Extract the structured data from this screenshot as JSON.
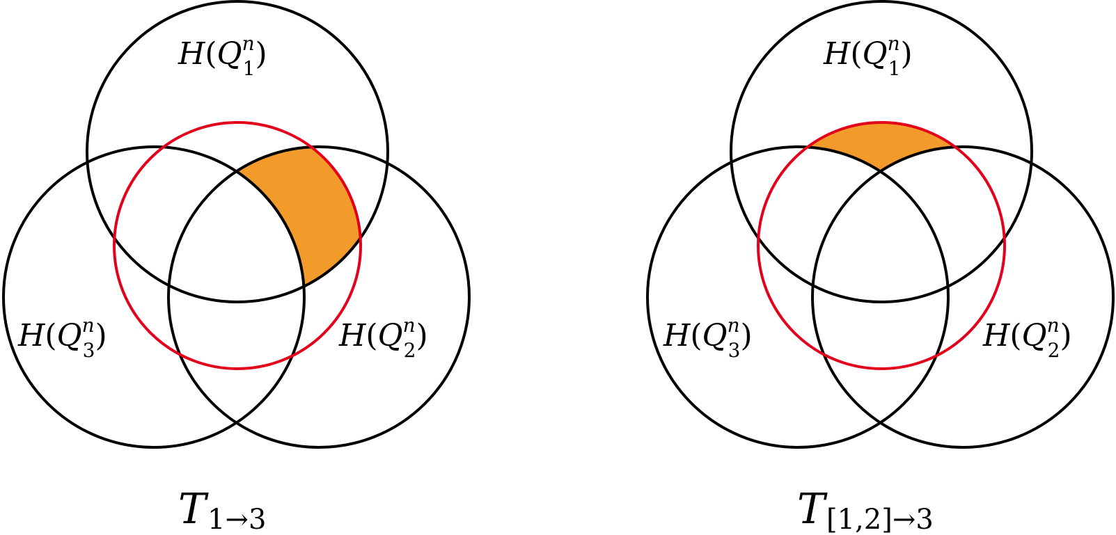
{
  "colors": {
    "outline": "#000000",
    "highlight_circle": "#e3001b",
    "shaded_region": "#f29a2a"
  },
  "diagrams": [
    {
      "id": "left",
      "labels": {
        "q1": {
          "H": "H",
          "open": "(",
          "Q": "Q",
          "sup": "n",
          "sub": "1",
          "close": ")"
        },
        "q2": {
          "H": "H",
          "open": "(",
          "Q": "Q",
          "sup": "n",
          "sub": "2",
          "close": ")"
        },
        "q3": {
          "H": "H",
          "open": "(",
          "Q": "Q",
          "sup": "n",
          "sub": "3",
          "close": ")"
        }
      },
      "shaded_region": "inside Q1, inside Q2, outside Q3, inside red circle",
      "caption": {
        "main": "T",
        "sub": "1→3"
      }
    },
    {
      "id": "right",
      "labels": {
        "q1": {
          "H": "H",
          "open": "(",
          "Q": "Q",
          "sup": "n",
          "sub": "1",
          "close": ")"
        },
        "q2": {
          "H": "H",
          "open": "(",
          "Q": "Q",
          "sup": "n",
          "sub": "2",
          "close": ")"
        },
        "q3": {
          "H": "H",
          "open": "(",
          "Q": "Q",
          "sup": "n",
          "sub": "3",
          "close": ")"
        }
      },
      "shaded_region": "inside Q1, outside Q2, outside Q3, inside red circle",
      "caption": {
        "main": "T",
        "sub": "[1,2]→3"
      }
    }
  ]
}
